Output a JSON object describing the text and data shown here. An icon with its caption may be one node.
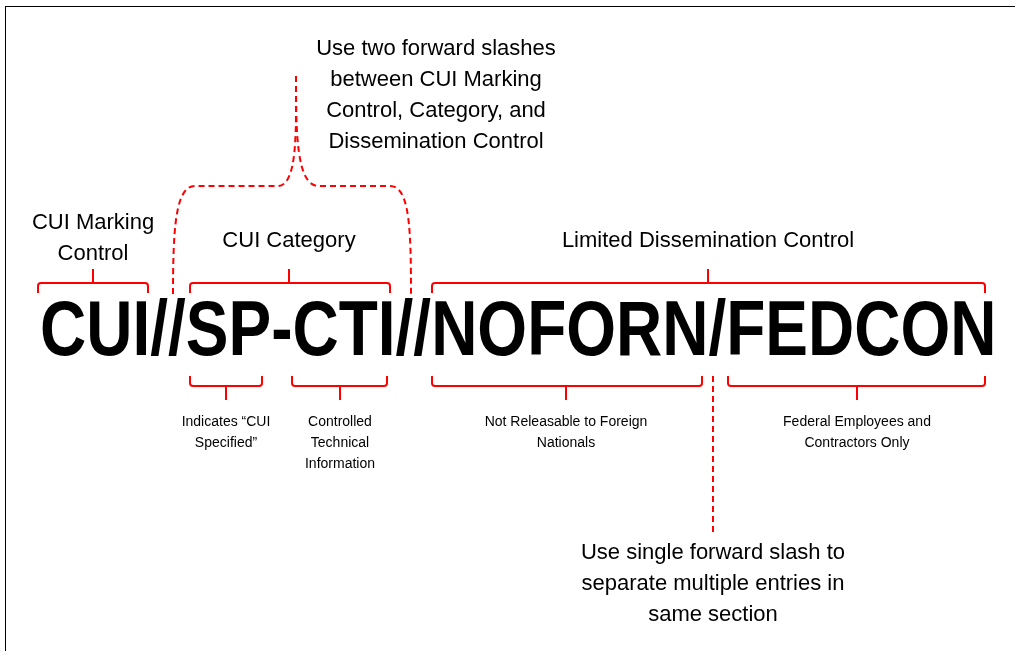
{
  "diagram": {
    "nodes": [
      {
        "text": [
          "Use two forward slashes between CUI Marking Control, Category, and Dissemination Control"
        ]
      },
      {
        "text": [
          "Use single forward slash to separate multiple entries in same section"
        ]
      },
      {
        "text": [
          "CUI//SP-CTI//NOFORN/FEDCON"
        ]
      }
    ],
    "edges": [
      {
        "from": 0,
        "to": 2,
        "arrow": "none",
        "style": "dashed",
        "color": "#ff0000"
      },
      {
        "from": 0,
        "to": 2,
        "arrow": "none",
        "style": "dashed",
        "color": "#ff0000"
      },
      {
        "from": 1,
        "to": 2,
        "arrow": "none",
        "style": "dashed",
        "color": "#ff0000"
      }
    ],
    "labels": [
      "CUI Marking Control",
      "CUI Category",
      "Limited Dissemination Control",
      "Indicates “CUI Specified”",
      "Controlled Technical Information",
      "Not Releasable to Foreign Nationals",
      "Federal Employees and Contractors Only"
    ]
  }
}
